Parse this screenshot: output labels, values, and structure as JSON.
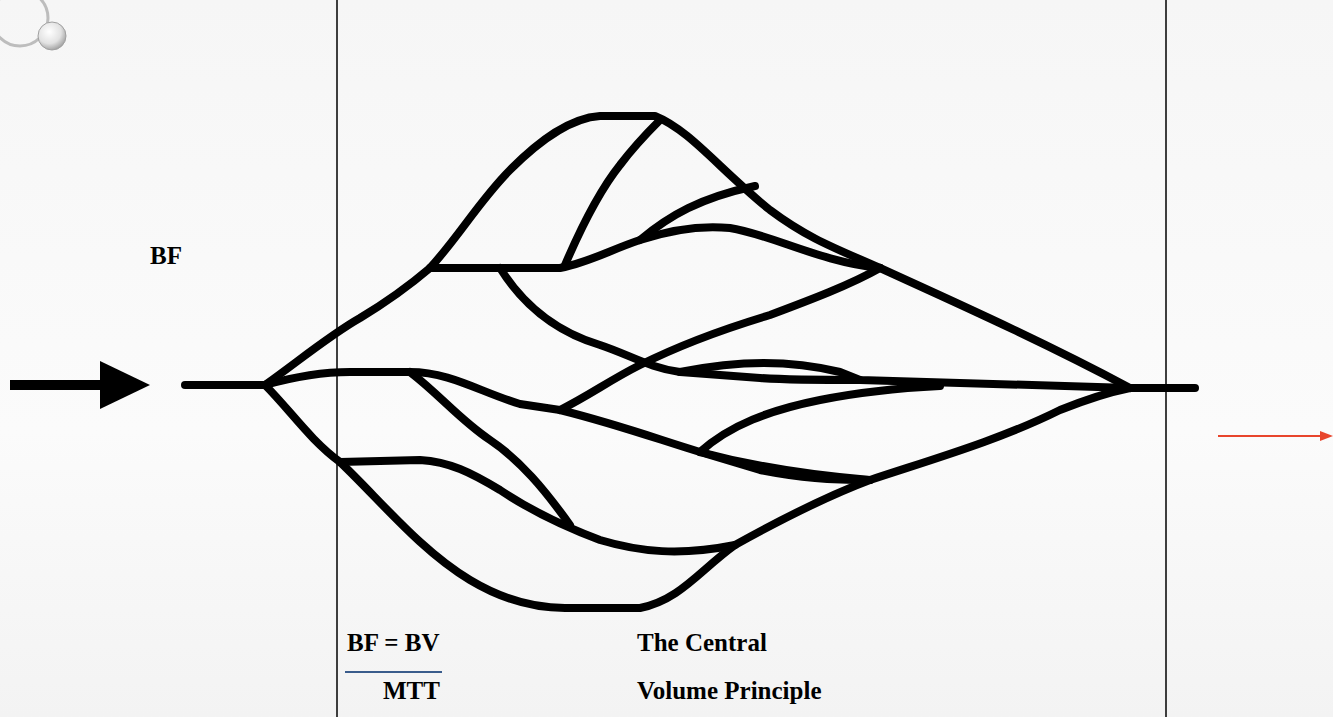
{
  "diagram": {
    "labels": [
      "BF",
      "BF = BV",
      "MTT",
      "The Central Volume Principle"
    ]
  }
}
